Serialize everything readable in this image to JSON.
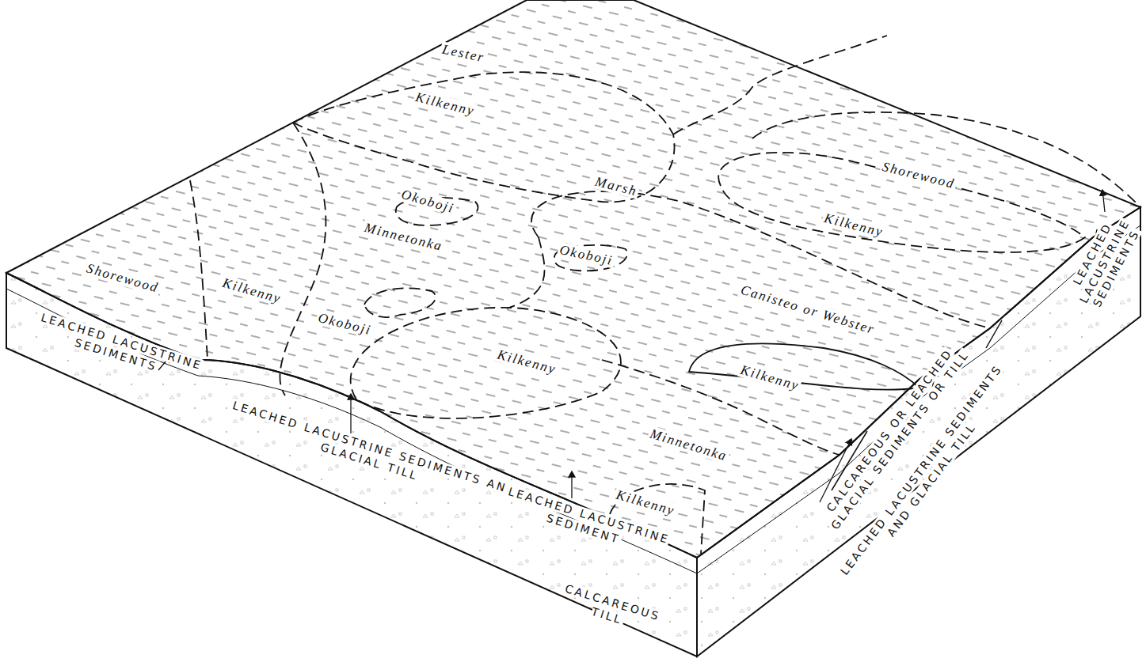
{
  "diagram": {
    "labels": [
      "Lester",
      "Kilkenny",
      "Shorewood",
      "Okoboji",
      "Marsh",
      "Kilkenny",
      "Minnetonka",
      "Shorewood",
      "Kilkenny",
      "Okoboji",
      "Canisteo or Webster",
      "Okoboji",
      "Kilkenny",
      "Kilkenny",
      "Minnetonka",
      "Kilkenny",
      "LEACHED LACUSTRINE SEDIMENTS",
      "LEACHED LACUSTRINE SEDIMENTS AND GLACIAL TILL",
      "LEACHED LACUSTRINE SEDIMENT",
      "CALCAREOUS TILL",
      "CALCAREOUS OR LEACHED GLACIAL SEDIMENTS OR TILL",
      "LEACHED LACUSTRINE SEDIMENTS AND GLACIAL TILL",
      "LEACHED LACUSTRINE SEDIMENTS"
    ]
  }
}
